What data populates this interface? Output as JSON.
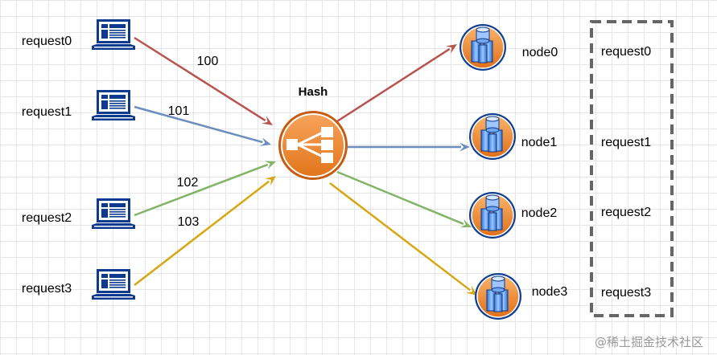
{
  "hash": {
    "title": "Hash"
  },
  "requests": [
    {
      "label": "request0",
      "hash_value": "100",
      "color": "#b85450"
    },
    {
      "label": "request1",
      "hash_value": "101",
      "color": "#6c8ebf"
    },
    {
      "label": "request2",
      "hash_value": "102",
      "color": "#82b366"
    },
    {
      "label": "request3",
      "hash_value": "103",
      "color": "#d6a613"
    }
  ],
  "nodes": [
    {
      "label": "node0",
      "color": "#b85450"
    },
    {
      "label": "node1",
      "color": "#6c8ebf"
    },
    {
      "label": "node2",
      "color": "#82b366"
    },
    {
      "label": "node3",
      "color": "#d6a613"
    }
  ],
  "cache_box": {
    "items": [
      "request0",
      "request1",
      "request2",
      "request3"
    ],
    "border_color": "#666666"
  },
  "icons": {
    "client": "laptop-icon",
    "balancer": "load-balancer-icon",
    "server": "server-database-icon"
  },
  "watermark": "@稀土掘金技术社区"
}
